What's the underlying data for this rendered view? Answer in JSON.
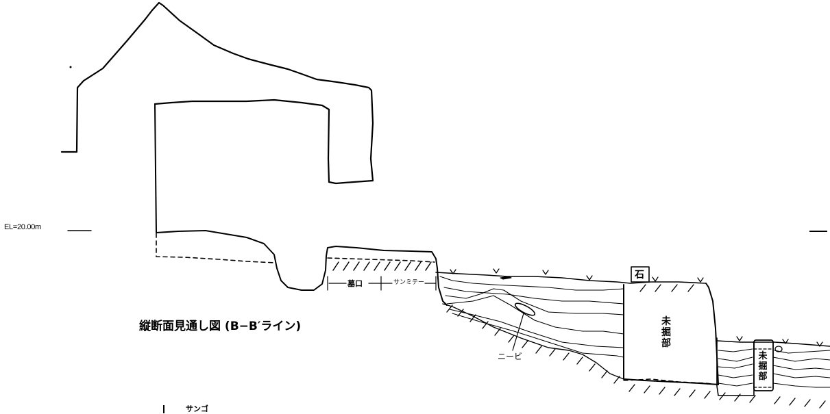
{
  "elevation_label": "EL=20.00m",
  "title": "縦断面見通し図 (B−B′ライン)",
  "labels": {
    "tomb_mouth": "墓口",
    "sanmite": "サンミテー",
    "nibi": "ニービ",
    "stone": "石",
    "unexcavated_main": "未掘部",
    "unexcavated_small": "未掘部",
    "coral_legend": "サンゴ"
  },
  "colors": {
    "ink": "#000000",
    "paper": "#ffffff"
  }
}
